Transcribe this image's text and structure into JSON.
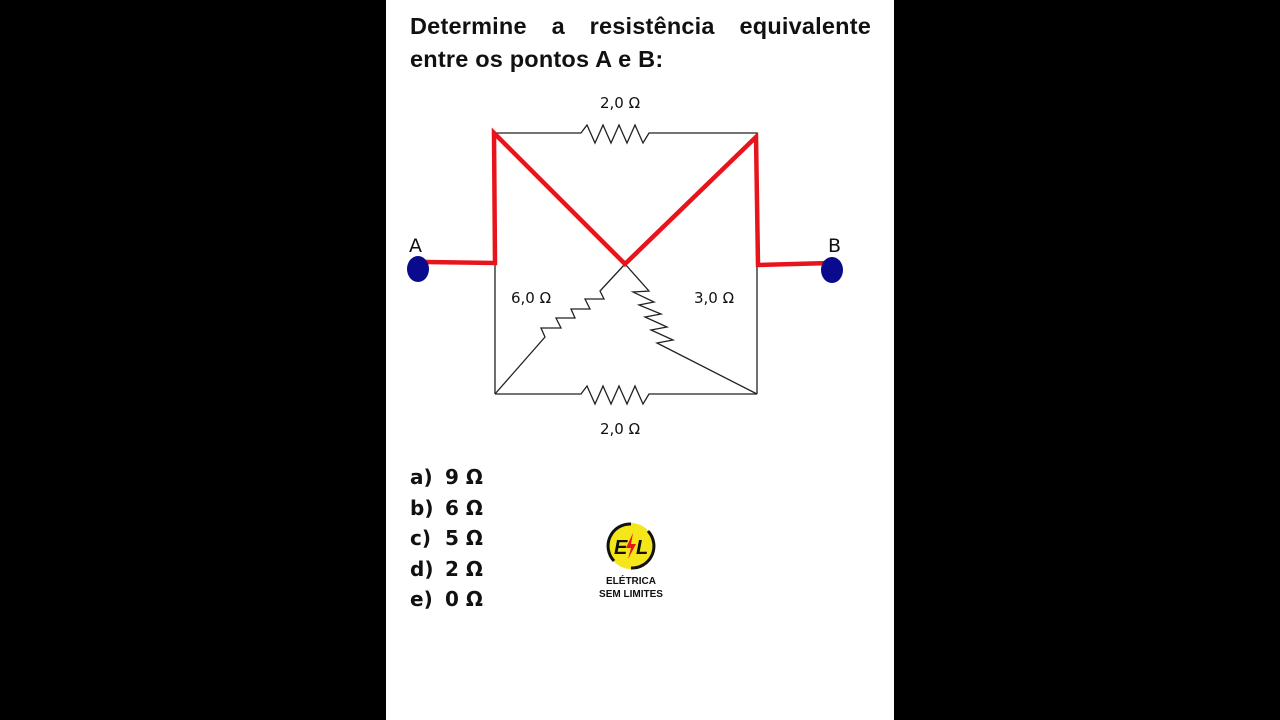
{
  "question": "Determine a resistência equivalente entre os pontos A e B:",
  "circuit": {
    "nodes": {
      "a_label": "A",
      "b_label": "B"
    },
    "resistors": {
      "top": "2,0 Ω",
      "left_diagonal": "6,0 Ω",
      "right_diagonal": "3,0 Ω",
      "bottom": "2,0 Ω"
    },
    "colors": {
      "wire": "#222222",
      "highlight": "#e8141b",
      "terminal": "#0a0a8c"
    }
  },
  "options": [
    {
      "key": "a)",
      "value": "9 Ω"
    },
    {
      "key": "b)",
      "value": "6 Ω"
    },
    {
      "key": "c)",
      "value": "5 Ω"
    },
    {
      "key": "d)",
      "value": "2 Ω"
    },
    {
      "key": "e)",
      "value": "0 Ω"
    }
  ],
  "logo": {
    "monogram": "E L",
    "line1": "ELÉTRICA",
    "line2": "SEM LIMITES",
    "color": "#f5e61a"
  }
}
